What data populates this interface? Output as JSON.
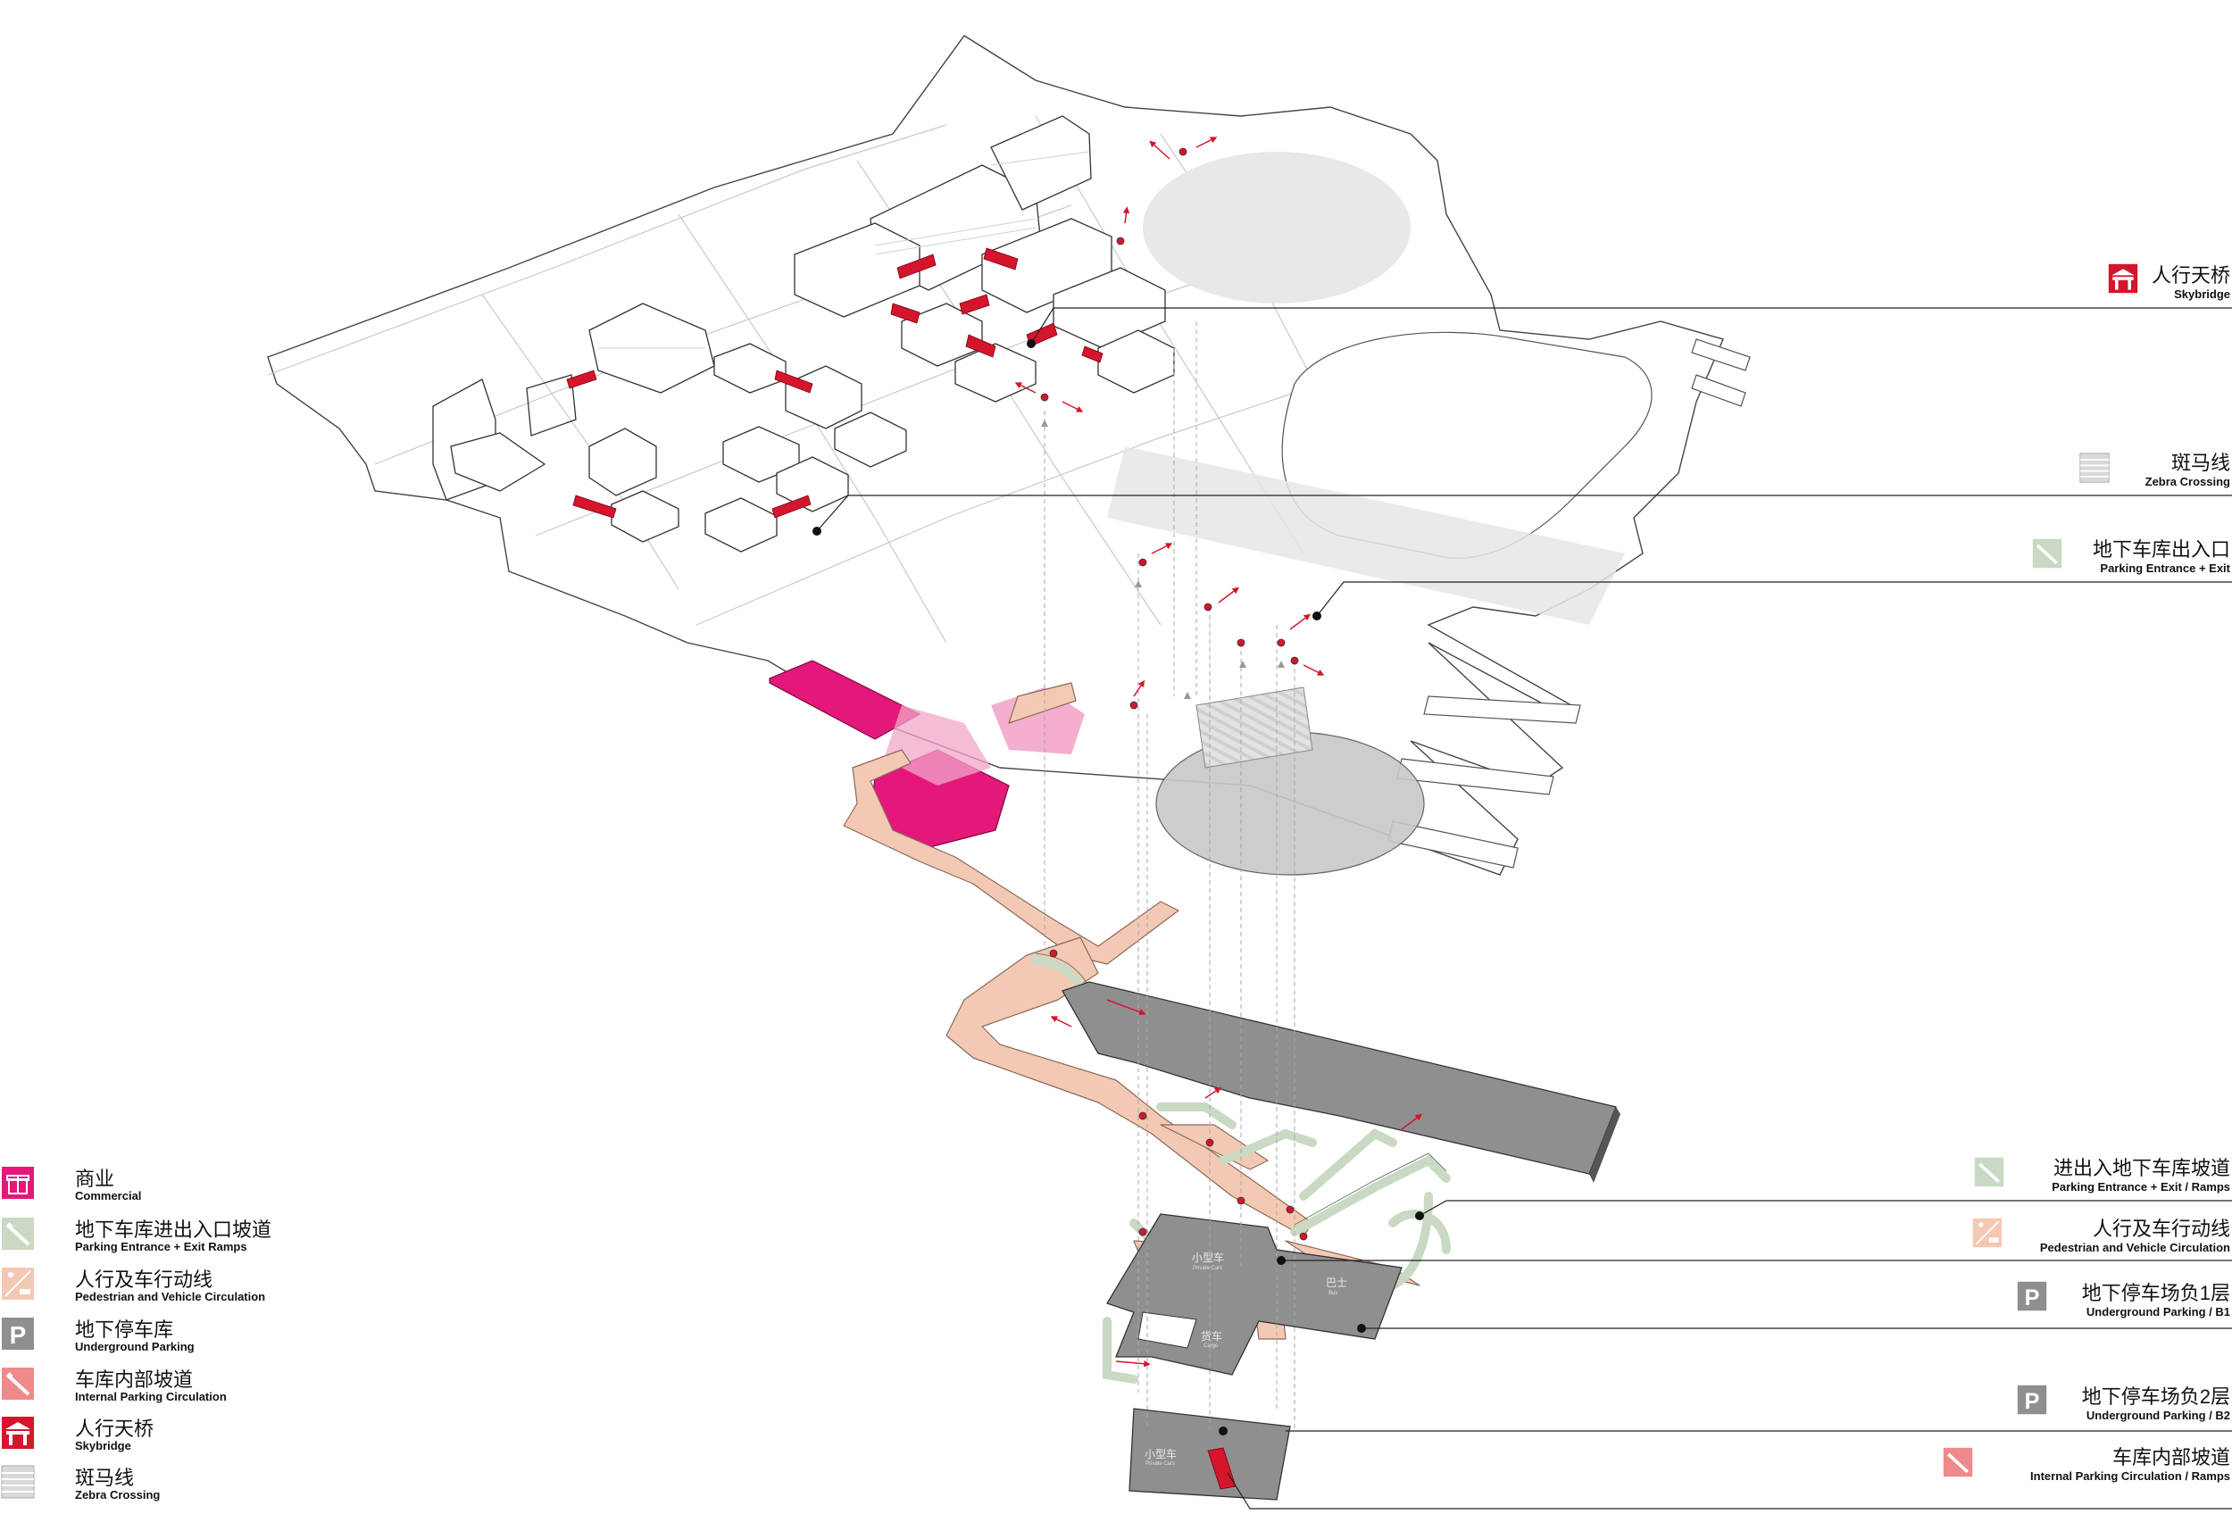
{
  "colors": {
    "commercial": "#e4187a",
    "commercial_light": "#f2a6c8",
    "circulation": "#f3c9b4",
    "ramp_green": "#c9d9c3",
    "parking_gray": "#8f8f8f",
    "skybridge_red": "#d4152c",
    "arrow_red": "#d4152c",
    "zebra_gray": "#d9d9d9"
  },
  "legend": [
    {
      "icon": "gift-icon",
      "zh": "商业",
      "en": "Commercial"
    },
    {
      "icon": "ramp-icon",
      "zh": "地下车库进出入口坡道",
      "en": "Parking Entrance + Exit Ramps"
    },
    {
      "icon": "pedestrian-car-icon",
      "zh": "人行及车行动线",
      "en": "Pedestrian and Vehicle Circulation"
    },
    {
      "icon": "parking-icon",
      "zh": "地下停车库",
      "en": "Underground Parking"
    },
    {
      "icon": "internal-ramp-icon",
      "zh": "车库内部坡道",
      "en": "Internal Parking Circulation"
    },
    {
      "icon": "skybridge-icon",
      "zh": "人行天桥",
      "en": "Skybridge"
    },
    {
      "icon": "zebra-icon",
      "zh": "斑马线",
      "en": "Zebra Crossing"
    }
  ],
  "callouts": {
    "skybridge": {
      "zh": "人行天桥",
      "en": "Skybridge"
    },
    "zebra": {
      "zh": "斑马线",
      "en": "Zebra Crossing"
    },
    "parking_entrance": {
      "zh": "地下车库出入口",
      "en": "Parking Entrance + Exit"
    },
    "ramps": {
      "zh": "进出入地下车库坡道",
      "en": "Parking Entrance + Exit / Ramps"
    },
    "circulation": {
      "zh": "人行及车行动线",
      "en": "Pedestrian and Vehicle Circulation"
    },
    "b1": {
      "zh": "地下停车场负1层",
      "en": "Underground Parking / B1",
      "icon_letter": "P"
    },
    "b2": {
      "zh": "地下停车场负2层",
      "en": "Underground Parking / B2",
      "icon_letter": "P"
    },
    "internal": {
      "zh": "车库内部坡道",
      "en": "Internal Parking Circulation / Ramps"
    }
  },
  "floor_labels": {
    "b1_private": {
      "zh": "小型车",
      "en": "Private Cars"
    },
    "b1_bus": {
      "zh": "巴士",
      "en": "Bus"
    },
    "b1_cargo": {
      "zh": "货车",
      "en": "Cargo"
    },
    "b2_private": {
      "zh": "小型车",
      "en": "Private Cars"
    }
  }
}
